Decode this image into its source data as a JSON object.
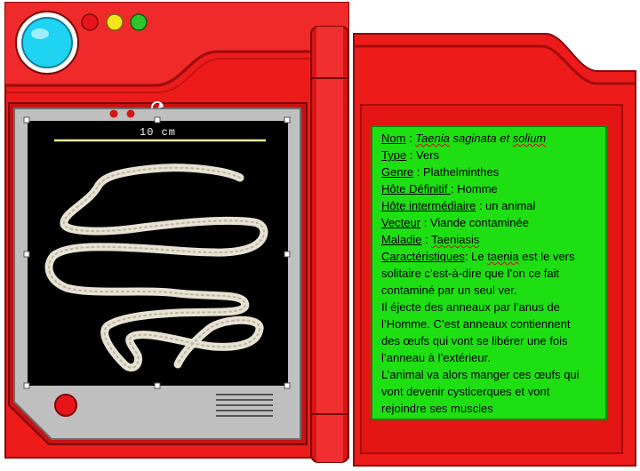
{
  "scale": {
    "label": "10 cm"
  },
  "info": {
    "nom_label": "Nom",
    "nom_sep": " : ",
    "nom_value_a": "Taenia",
    "nom_value_b": " saginata et ",
    "nom_value_c": "solium",
    "type_label": "Type",
    "type_value": " : Vers",
    "genre_label": "Genre",
    "genre_value": " : Plathelminthes",
    "hote_def_label": "Hôte Définitif ",
    "hote_def_value": ": Homme",
    "hote_int_label": "Hôte intermédiaire",
    "hote_int_value": " : un animal",
    "vecteur_label": "Vecteur",
    "vecteur_value": " : Viande contaminée",
    "maladie_label": "Maladie",
    "maladie_sep": " : ",
    "maladie_value": "Taeniasis",
    "carac_label": "Caractéristiques",
    "carac_l1_a": ": Le ",
    "carac_l1_b": "taenia",
    "carac_l1_c": " est le vers",
    "description_lines": [
      "solitaire c’est-à-dire que l’on ce fait",
      "contaminé par un seul ver.",
      "Il éjecte des anneaux par l’anus de",
      "l’Homme. C’est anneaux contiennent",
      "des œufs qui vont se libérer une fois",
      "l’anneau à l’extérieur.",
      "L’animal va alors manger ces œufs qui",
      "vont devenir cysticerques et vont",
      "rejoindre ses muscles"
    ]
  },
  "colors": {
    "device_red": "#ee1b1b",
    "device_dark_red": "#a80c0c",
    "panel_green": "#1ddf12",
    "screen_bezel": "#bfbfbf",
    "lens_blue": "#1fd3f2",
    "light_red": "#e8141c",
    "light_yellow": "#f5e51a",
    "light_green": "#2ec42e"
  },
  "icons": {
    "lens": "blue-lens-icon",
    "worm": "tapeworm-image",
    "rotate": "rotate-handle-icon"
  }
}
